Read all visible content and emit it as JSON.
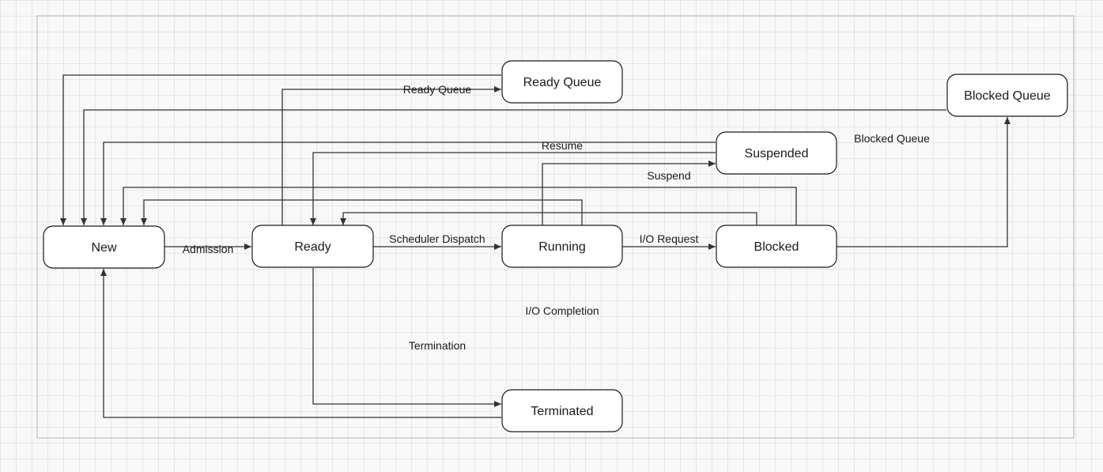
{
  "group": {
    "label": "Group"
  },
  "nodes": {
    "new": "New",
    "ready": "Ready",
    "running": "Running",
    "blocked": "Blocked",
    "ready_queue": "Ready Queue",
    "blocked_queue": "Blocked Queue",
    "suspended": "Suspended",
    "terminated": "Terminated"
  },
  "edge_labels": {
    "admission": "Admission",
    "scheduler_dispatch": "Scheduler Dispatch",
    "io_request": "I/O Request",
    "ready_queue": "Ready Queue",
    "resume": "Resume",
    "suspend": "Suspend",
    "blocked_queue": "Blocked Queue",
    "io_completion": "I/O Completion",
    "termination": "Termination"
  },
  "colors": {
    "stroke": "#1a1a1a",
    "edge": "#333333",
    "frame": "#b3b3b3",
    "node_fill": "#ffffff"
  }
}
